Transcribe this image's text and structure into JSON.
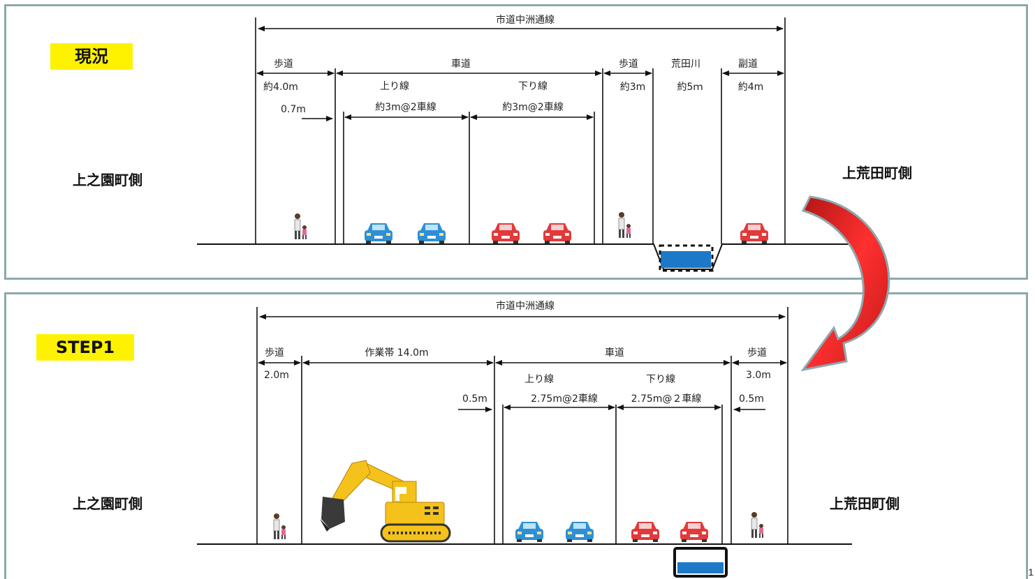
{
  "current": {
    "badge": "現況",
    "road_name": "市道中洲通線",
    "left_side": "上之園町側",
    "right_side": "上荒田町側",
    "sections": {
      "sidewalk1": {
        "label": "歩道",
        "width": "約4.0m",
        "clearance": "0.7m"
      },
      "roadway": {
        "label": "車道"
      },
      "up_lane": {
        "label": "上り線",
        "width": "約3m@2車線"
      },
      "down_lane": {
        "label": "下り線",
        "width": "約3m@2車線"
      },
      "sidewalk2": {
        "label": "歩道",
        "width": "約3m"
      },
      "river": {
        "label": "荒田川",
        "width": "約5ｍ"
      },
      "side_road": {
        "label": "副道",
        "width": "約4m"
      }
    }
  },
  "step1": {
    "badge": "STEP1",
    "road_name": "市道中洲通線",
    "left_side": "上之園町側",
    "right_side": "上荒田町側",
    "sections": {
      "sidewalk1": {
        "label": "歩道",
        "width": "2.0m"
      },
      "work_zone": {
        "label": "作業帯 14.0m",
        "clearance": "0.5m"
      },
      "roadway": {
        "label": "車道"
      },
      "up_lane": {
        "label": "上り線",
        "width": "2.75m@2車線"
      },
      "down_lane": {
        "label": "下り線",
        "width": "2.75m@２車線"
      },
      "sidewalk2": {
        "label": "歩道",
        "width": "3.0m",
        "clearance": "0.5m"
      }
    }
  },
  "page_number": "1",
  "colors": {
    "badge": "#fff200",
    "panel_border": "#8ea7ad",
    "arrow": "#e01e1e",
    "blue_car": "#2f8fd6",
    "red_car": "#e23a3a",
    "excavator": "#f4c21a",
    "water": "#1e78c8"
  },
  "icons": [
    "pedestrian-icon",
    "blue-car-icon",
    "red-car-icon",
    "excavator-icon",
    "curved-arrow-icon",
    "water-channel-icon"
  ]
}
